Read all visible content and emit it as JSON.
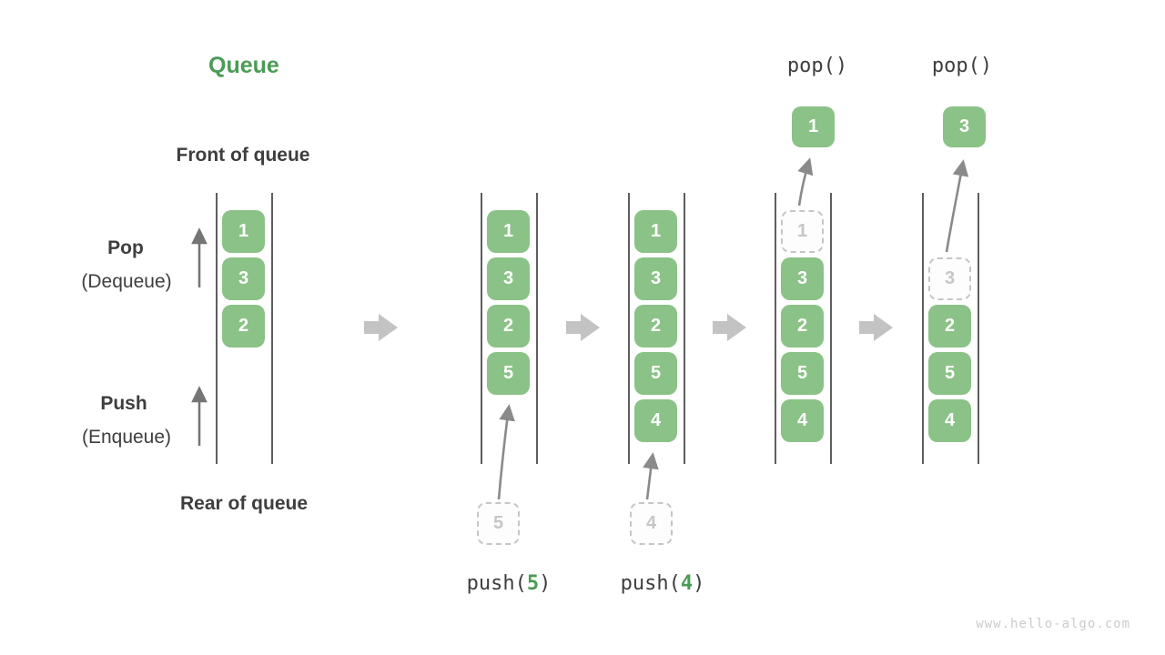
{
  "title": "Queue",
  "labels": {
    "front_of_queue": "Front of queue",
    "rear_of_queue": "Rear of queue",
    "pop": "Pop",
    "pop_alias": "(Dequeue)",
    "push": "Push",
    "push_alias": "(Enqueue)"
  },
  "watermark": "www.hello-algo.com",
  "colors": {
    "title_green": "#4C9B55",
    "box_green": "#8BC287",
    "box_text": "#FFFFFF",
    "dark_text": "#3E3E3E",
    "line_gray": "#5E5E5E",
    "indicator_arrow_gray": "#757575",
    "curved_arrow_gray": "#8A8A8A",
    "block_arrow_gray": "#C3C3C3",
    "dashed_border": "#C6C6C6",
    "dashed_text": "#C6C6C6",
    "watermark_gray": "#CBCBCB"
  },
  "states": [
    {
      "name": "state-1",
      "slots": [
        {
          "slot": 0,
          "value": "1",
          "style": "solid"
        },
        {
          "slot": 1,
          "value": "3",
          "style": "solid"
        },
        {
          "slot": 2,
          "value": "2",
          "style": "solid"
        }
      ]
    },
    {
      "name": "state-2-after-push-5",
      "slots": [
        {
          "slot": 0,
          "value": "1",
          "style": "solid"
        },
        {
          "slot": 1,
          "value": "3",
          "style": "solid"
        },
        {
          "slot": 2,
          "value": "2",
          "style": "solid"
        },
        {
          "slot": 3,
          "value": "5",
          "style": "solid"
        }
      ]
    },
    {
      "name": "state-3-after-push-4",
      "slots": [
        {
          "slot": 0,
          "value": "1",
          "style": "solid"
        },
        {
          "slot": 1,
          "value": "3",
          "style": "solid"
        },
        {
          "slot": 2,
          "value": "2",
          "style": "solid"
        },
        {
          "slot": 3,
          "value": "5",
          "style": "solid"
        },
        {
          "slot": 4,
          "value": "4",
          "style": "solid"
        }
      ]
    },
    {
      "name": "state-4-after-pop-1",
      "slots": [
        {
          "slot": 0,
          "value": "1",
          "style": "ghost"
        },
        {
          "slot": 1,
          "value": "3",
          "style": "solid"
        },
        {
          "slot": 2,
          "value": "2",
          "style": "solid"
        },
        {
          "slot": 3,
          "value": "5",
          "style": "solid"
        },
        {
          "slot": 4,
          "value": "4",
          "style": "solid"
        }
      ]
    },
    {
      "name": "state-5-after-pop-3",
      "slots": [
        {
          "slot": 1,
          "value": "3",
          "style": "ghost"
        },
        {
          "slot": 2,
          "value": "2",
          "style": "solid"
        },
        {
          "slot": 3,
          "value": "5",
          "style": "solid"
        },
        {
          "slot": 4,
          "value": "4",
          "style": "solid"
        }
      ]
    }
  ],
  "operations": [
    {
      "type": "push",
      "label_prefix": "push(",
      "arg": "5",
      "label_suffix": ")",
      "staging_value": "5"
    },
    {
      "type": "push",
      "label_prefix": "push(",
      "arg": "4",
      "label_suffix": ")",
      "staging_value": "4"
    },
    {
      "type": "pop",
      "label": "pop()",
      "popped_value": "1"
    },
    {
      "type": "pop",
      "label": "pop()",
      "popped_value": "3"
    }
  ]
}
